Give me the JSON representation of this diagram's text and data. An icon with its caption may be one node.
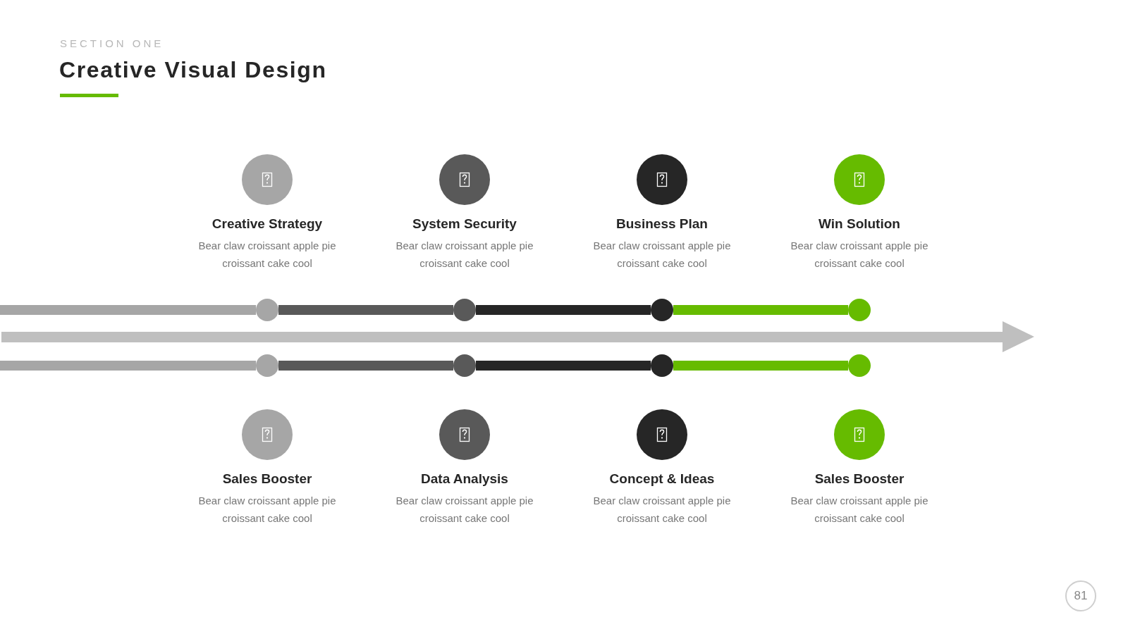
{
  "diagram": {
    "title": "Creative Visual Design",
    "nodes": [
      {
        "text": [
          "Creative Strategy",
          "Bear claw croissant apple pie croissant cake cool"
        ]
      },
      {
        "text": [
          "System Security",
          "Bear claw croissant apple pie croissant cake cool"
        ]
      },
      {
        "text": [
          "Business Plan",
          "Bear claw croissant apple pie croissant cake cool"
        ]
      },
      {
        "text": [
          "Win Solution",
          "Bear claw croissant apple pie croissant cake cool"
        ]
      },
      {
        "text": [],
        "shape": "circle"
      },
      {
        "text": [],
        "shape": "circle"
      },
      {
        "text": [],
        "shape": "circle"
      },
      {
        "text": [],
        "shape": "circle"
      },
      {
        "text": [],
        "shape": "circle"
      },
      {
        "text": [],
        "shape": "circle"
      },
      {
        "text": [],
        "shape": "circle"
      },
      {
        "text": [],
        "shape": "circle"
      },
      {
        "text": [
          "Sales Booster",
          "Bear claw croissant apple pie croissant cake cool"
        ]
      },
      {
        "text": [
          "Data Analysis",
          "Bear claw croissant apple pie croissant cake cool"
        ]
      },
      {
        "text": [
          "Concept & Ideas",
          "Bear claw croissant apple pie croissant cake cool"
        ]
      },
      {
        "text": [
          "Sales Booster",
          "Bear claw croissant apple pie croissant cake cool"
        ]
      },
      {
        "text": [
          "81"
        ]
      }
    ],
    "edges": [
      {
        "from": null,
        "to": 4,
        "arrow": "none",
        "color": "#a6a6a6"
      },
      {
        "from": 4,
        "to": 5,
        "arrow": "none",
        "color": "#595959"
      },
      {
        "from": 5,
        "to": 6,
        "arrow": "none",
        "color": "#262626"
      },
      {
        "from": 6,
        "to": 7,
        "arrow": "none",
        "color": "#66bb00"
      },
      {
        "from": null,
        "to": 8,
        "arrow": "none",
        "color": "#a6a6a6"
      },
      {
        "from": 8,
        "to": 9,
        "arrow": "none",
        "color": "#595959"
      },
      {
        "from": 9,
        "to": 10,
        "arrow": "none",
        "color": "#262626"
      },
      {
        "from": 10,
        "to": 11,
        "arrow": "none",
        "color": "#66bb00"
      }
    ],
    "labels": [
      "SECTION ONE"
    ]
  }
}
